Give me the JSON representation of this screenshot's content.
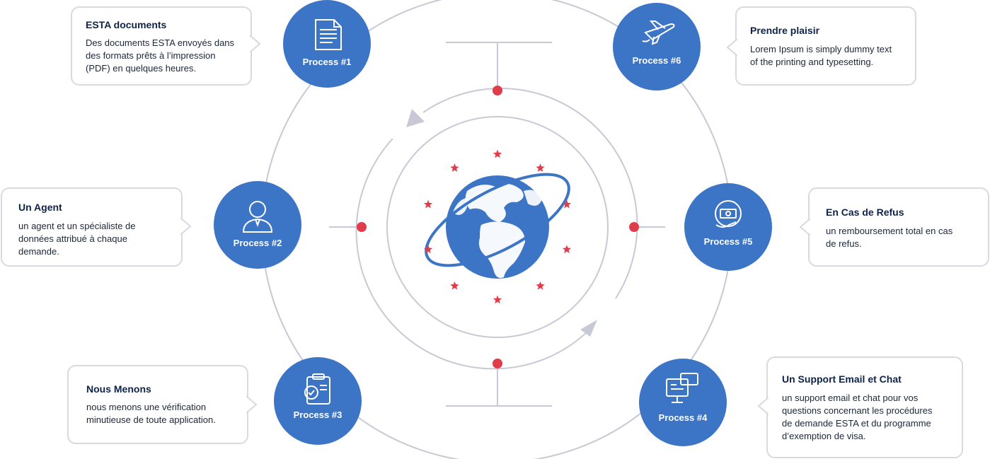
{
  "colors": {
    "process_circle": "#3c74c6",
    "ring": "#c8c9d6",
    "node_dot": "#e03c4a",
    "star": "#e03c4a",
    "globe": "#3c74c6",
    "card_border": "#d9d9e1",
    "title_text": "#0d2348"
  },
  "processes": [
    {
      "label": "Process #1",
      "icon": "document-icon",
      "card": {
        "title": "ESTA documents",
        "text": "Des documents ESTA envoyés dans\ndes formats prêts à l’impression\n(PDF) en quelques heures."
      }
    },
    {
      "label": "Process #2",
      "icon": "agent-icon",
      "card": {
        "title": "Un Agent",
        "text": "un agent et un spécialiste de\ndonnées attribué à chaque\ndemande."
      }
    },
    {
      "label": "Process #3",
      "icon": "clipboard-gear-icon",
      "card": {
        "title": "Nous Menons",
        "text": "nous menons une vérification\nminutieuse de toute application."
      }
    },
    {
      "label": "Process #4",
      "icon": "computer-chat-icon",
      "card": {
        "title": "Un Support Email et Chat",
        "text": "un support email et chat pour vos\nquestions concernant les procédures\nde demande ESTA et du programme\nd’exemption de visa."
      }
    },
    {
      "label": "Process #5",
      "icon": "refund-icon",
      "card": {
        "title": "En Cas de Refus",
        "text": "un remboursement total en cas\nde refus."
      }
    },
    {
      "label": "Process #6",
      "icon": "airplane-icon",
      "card": {
        "title": "Prendre plaisir",
        "text": "Lorem Ipsum is simply dummy text\nof the printing and typesetting."
      }
    }
  ],
  "center": {
    "icon": "globe-icon",
    "stars": 10
  }
}
